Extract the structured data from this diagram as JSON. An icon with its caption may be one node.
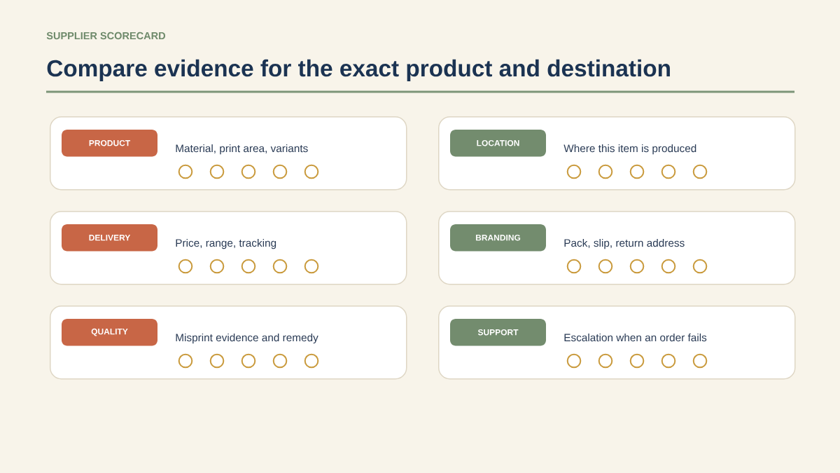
{
  "diagram": {
    "title": "Compare evidence for the exact product and destination",
    "labels": [
      "SUPPLIER SCORECARD"
    ],
    "nodes": [
      {
        "text": [
          "Material, print area, variants"
        ]
      },
      {
        "text": [
          "PRODUCT"
        ],
        "in": 0
      },
      {
        "text": [
          "Where this item is produced"
        ]
      },
      {
        "text": [
          "LOCATION"
        ],
        "in": 2
      },
      {
        "text": [
          "Price, range, tracking"
        ]
      },
      {
        "text": [
          "DELIVERY"
        ],
        "in": 4
      },
      {
        "text": [
          "Pack, slip, return address"
        ]
      },
      {
        "text": [
          "BRANDING"
        ],
        "in": 6
      },
      {
        "text": [
          "Misprint evidence and remedy"
        ]
      },
      {
        "text": [
          "QUALITY"
        ],
        "in": 8
      },
      {
        "text": [
          "Escalation when an order fails"
        ]
      },
      {
        "text": [
          "SUPPORT"
        ],
        "in": 10
      }
    ]
  }
}
